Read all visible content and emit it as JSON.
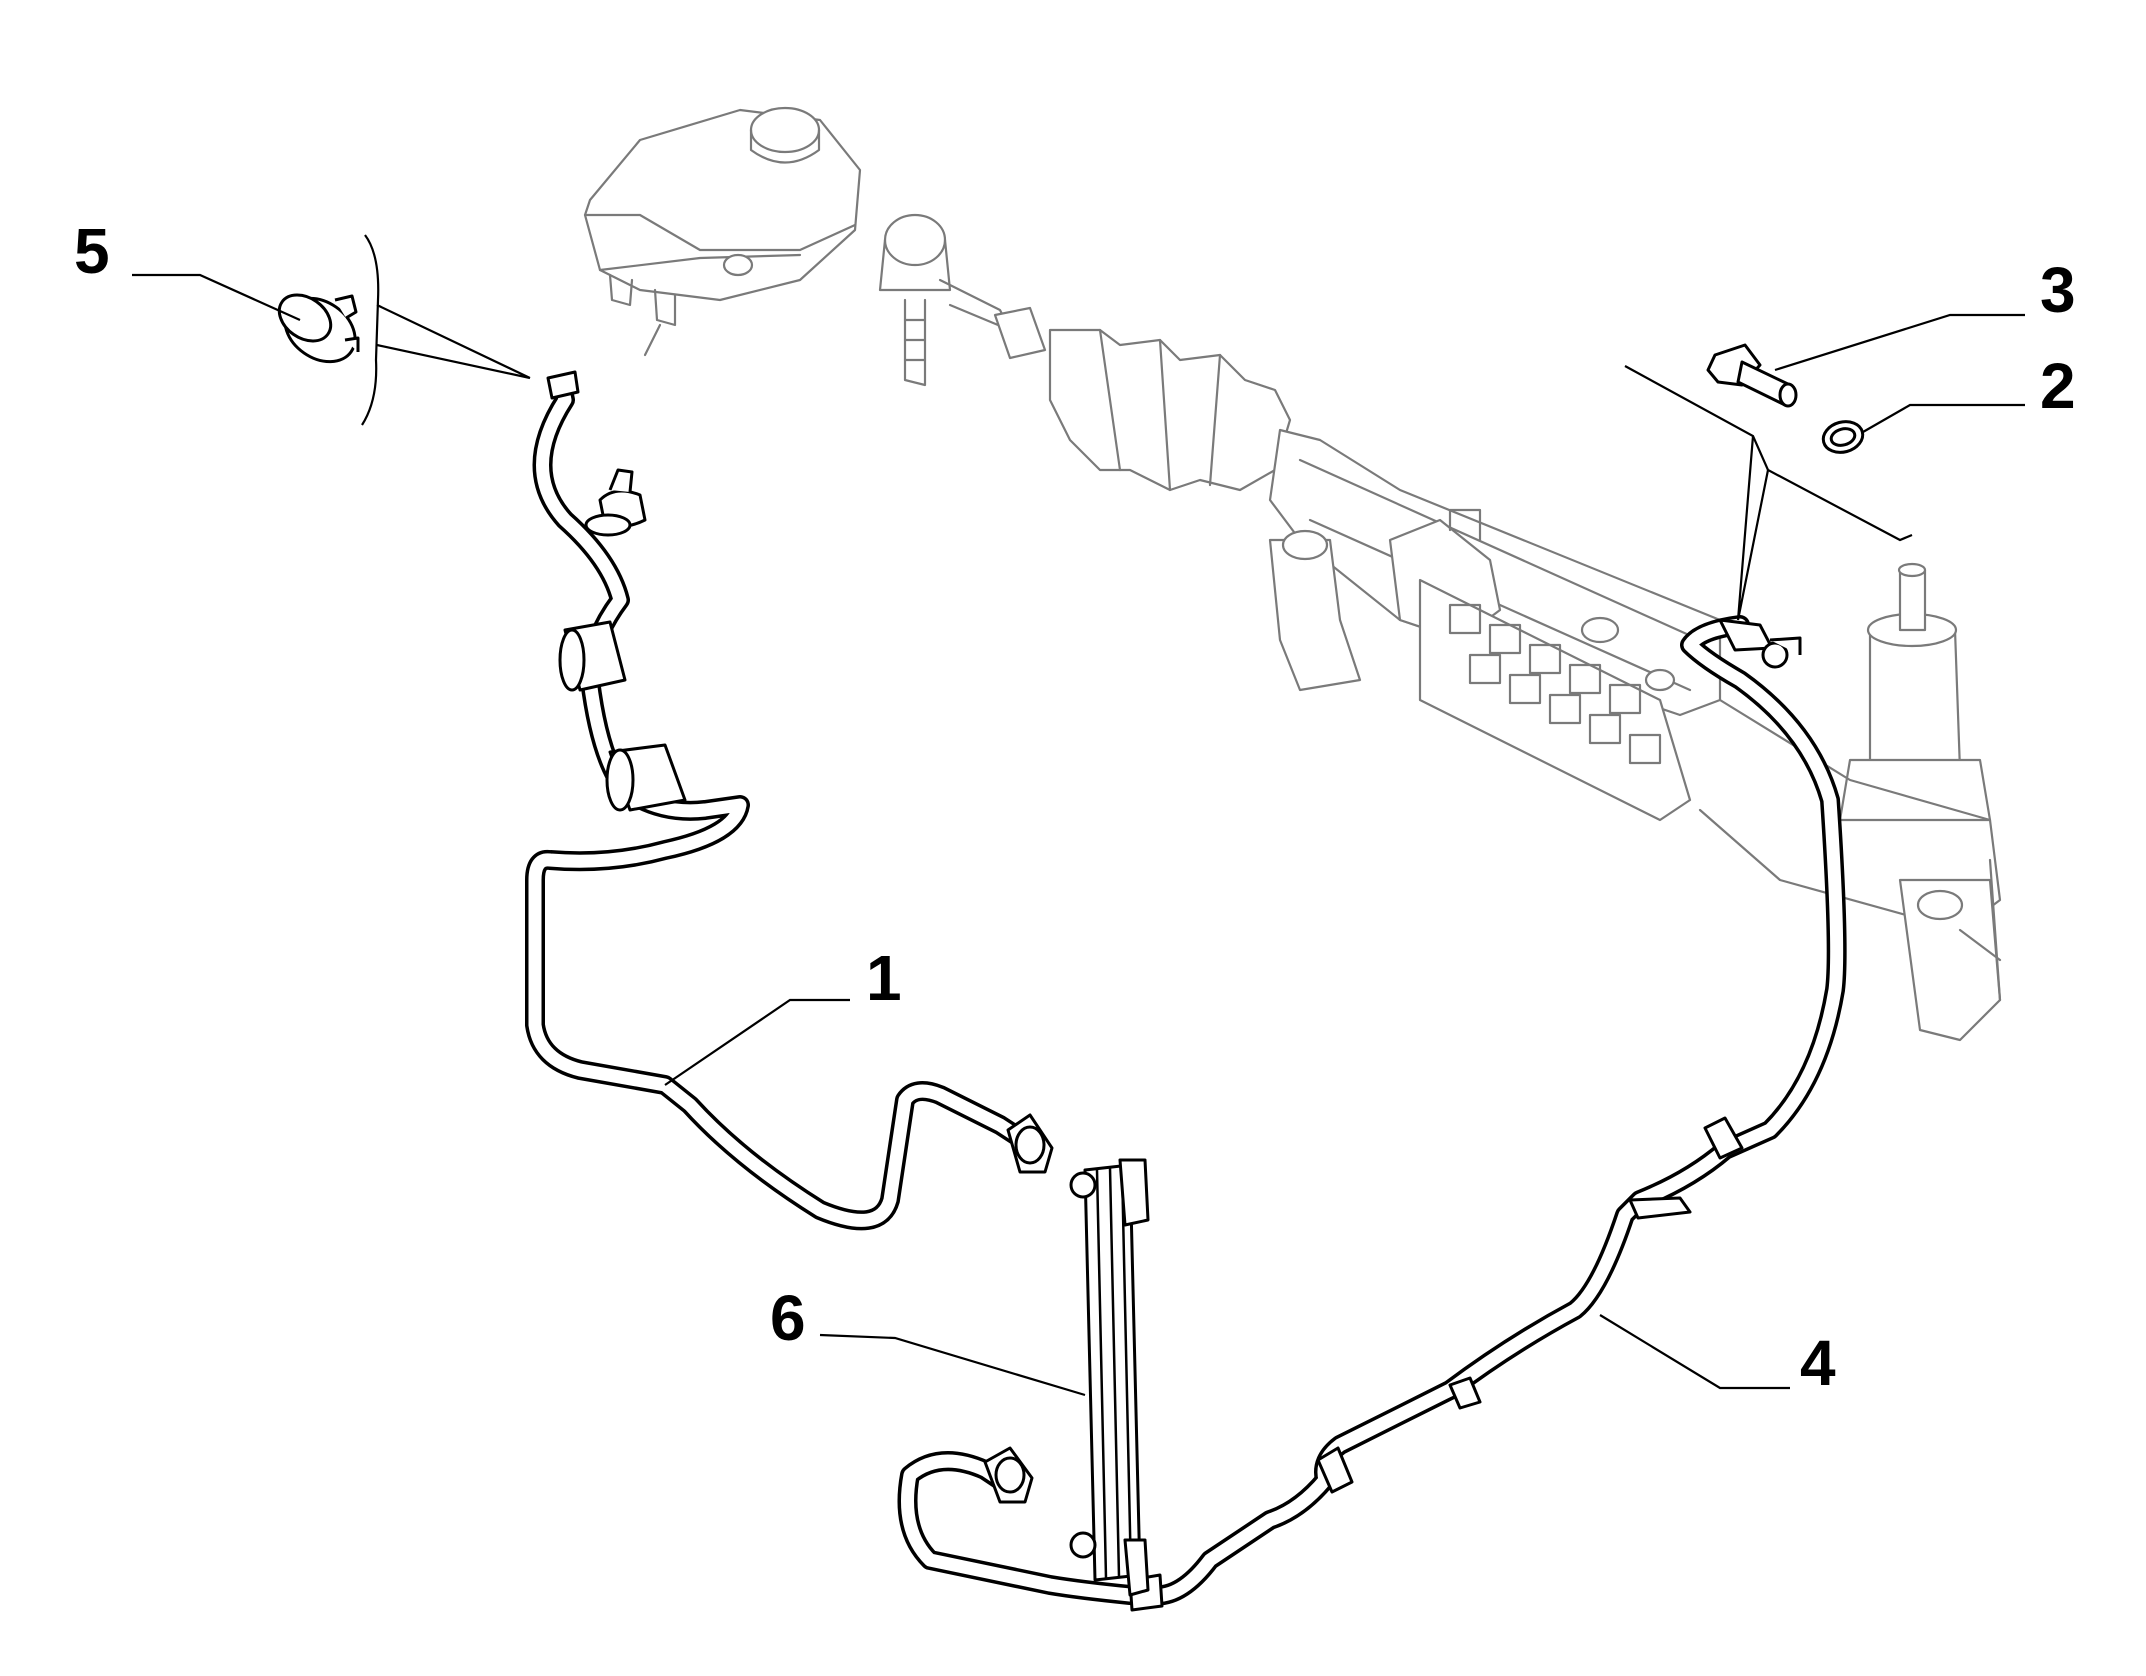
{
  "callouts": [
    {
      "id": "1",
      "label": "1"
    },
    {
      "id": "2",
      "label": "2"
    },
    {
      "id": "3",
      "label": "3"
    },
    {
      "id": "4",
      "label": "4"
    },
    {
      "id": "5",
      "label": "5"
    },
    {
      "id": "6",
      "label": "6"
    }
  ],
  "colors": {
    "line": "#000000",
    "ghost": "#7a7a7a",
    "background": "#ffffff"
  }
}
